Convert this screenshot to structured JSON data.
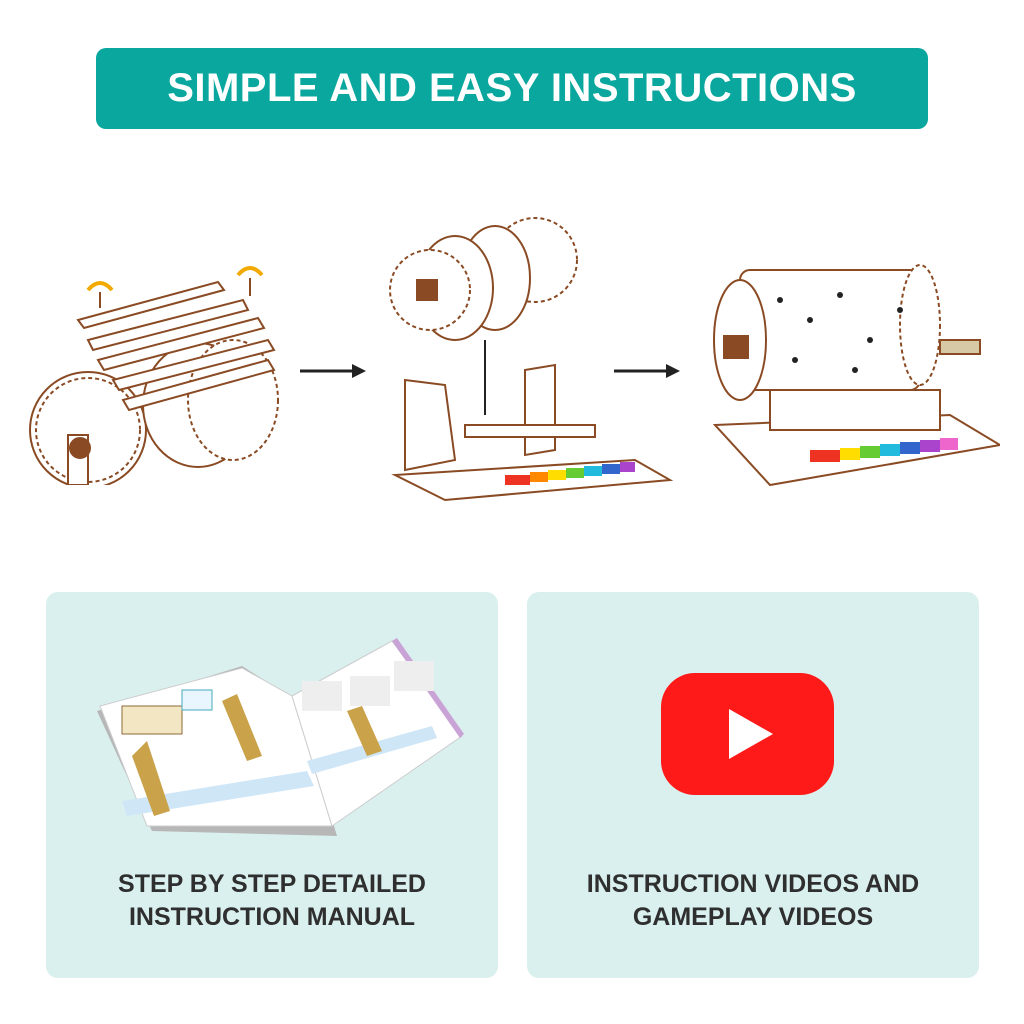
{
  "header": {
    "title": "SIMPLE AND EASY INSTRUCTIONS"
  },
  "colors": {
    "banner": "#0aa79f",
    "card": "#daf0ef",
    "youtube_red": "#ff1a1a",
    "wood": "#8a4b24"
  },
  "steps": {
    "icons": [
      "gear-assembly-step-1",
      "drum-assembly-step-2",
      "completed-music-box-step-3"
    ],
    "arrows": [
      "right-arrow-icon",
      "right-arrow-icon"
    ]
  },
  "cards": [
    {
      "label_line1": "STEP BY STEP DETAILED",
      "label_line2": "INSTRUCTION MANUAL",
      "image": "instruction-booklet"
    },
    {
      "label_line1": "INSTRUCTION VIDEOS AND",
      "label_line2": "GAMEPLAY VIDEOS",
      "image": "youtube-logo"
    }
  ]
}
